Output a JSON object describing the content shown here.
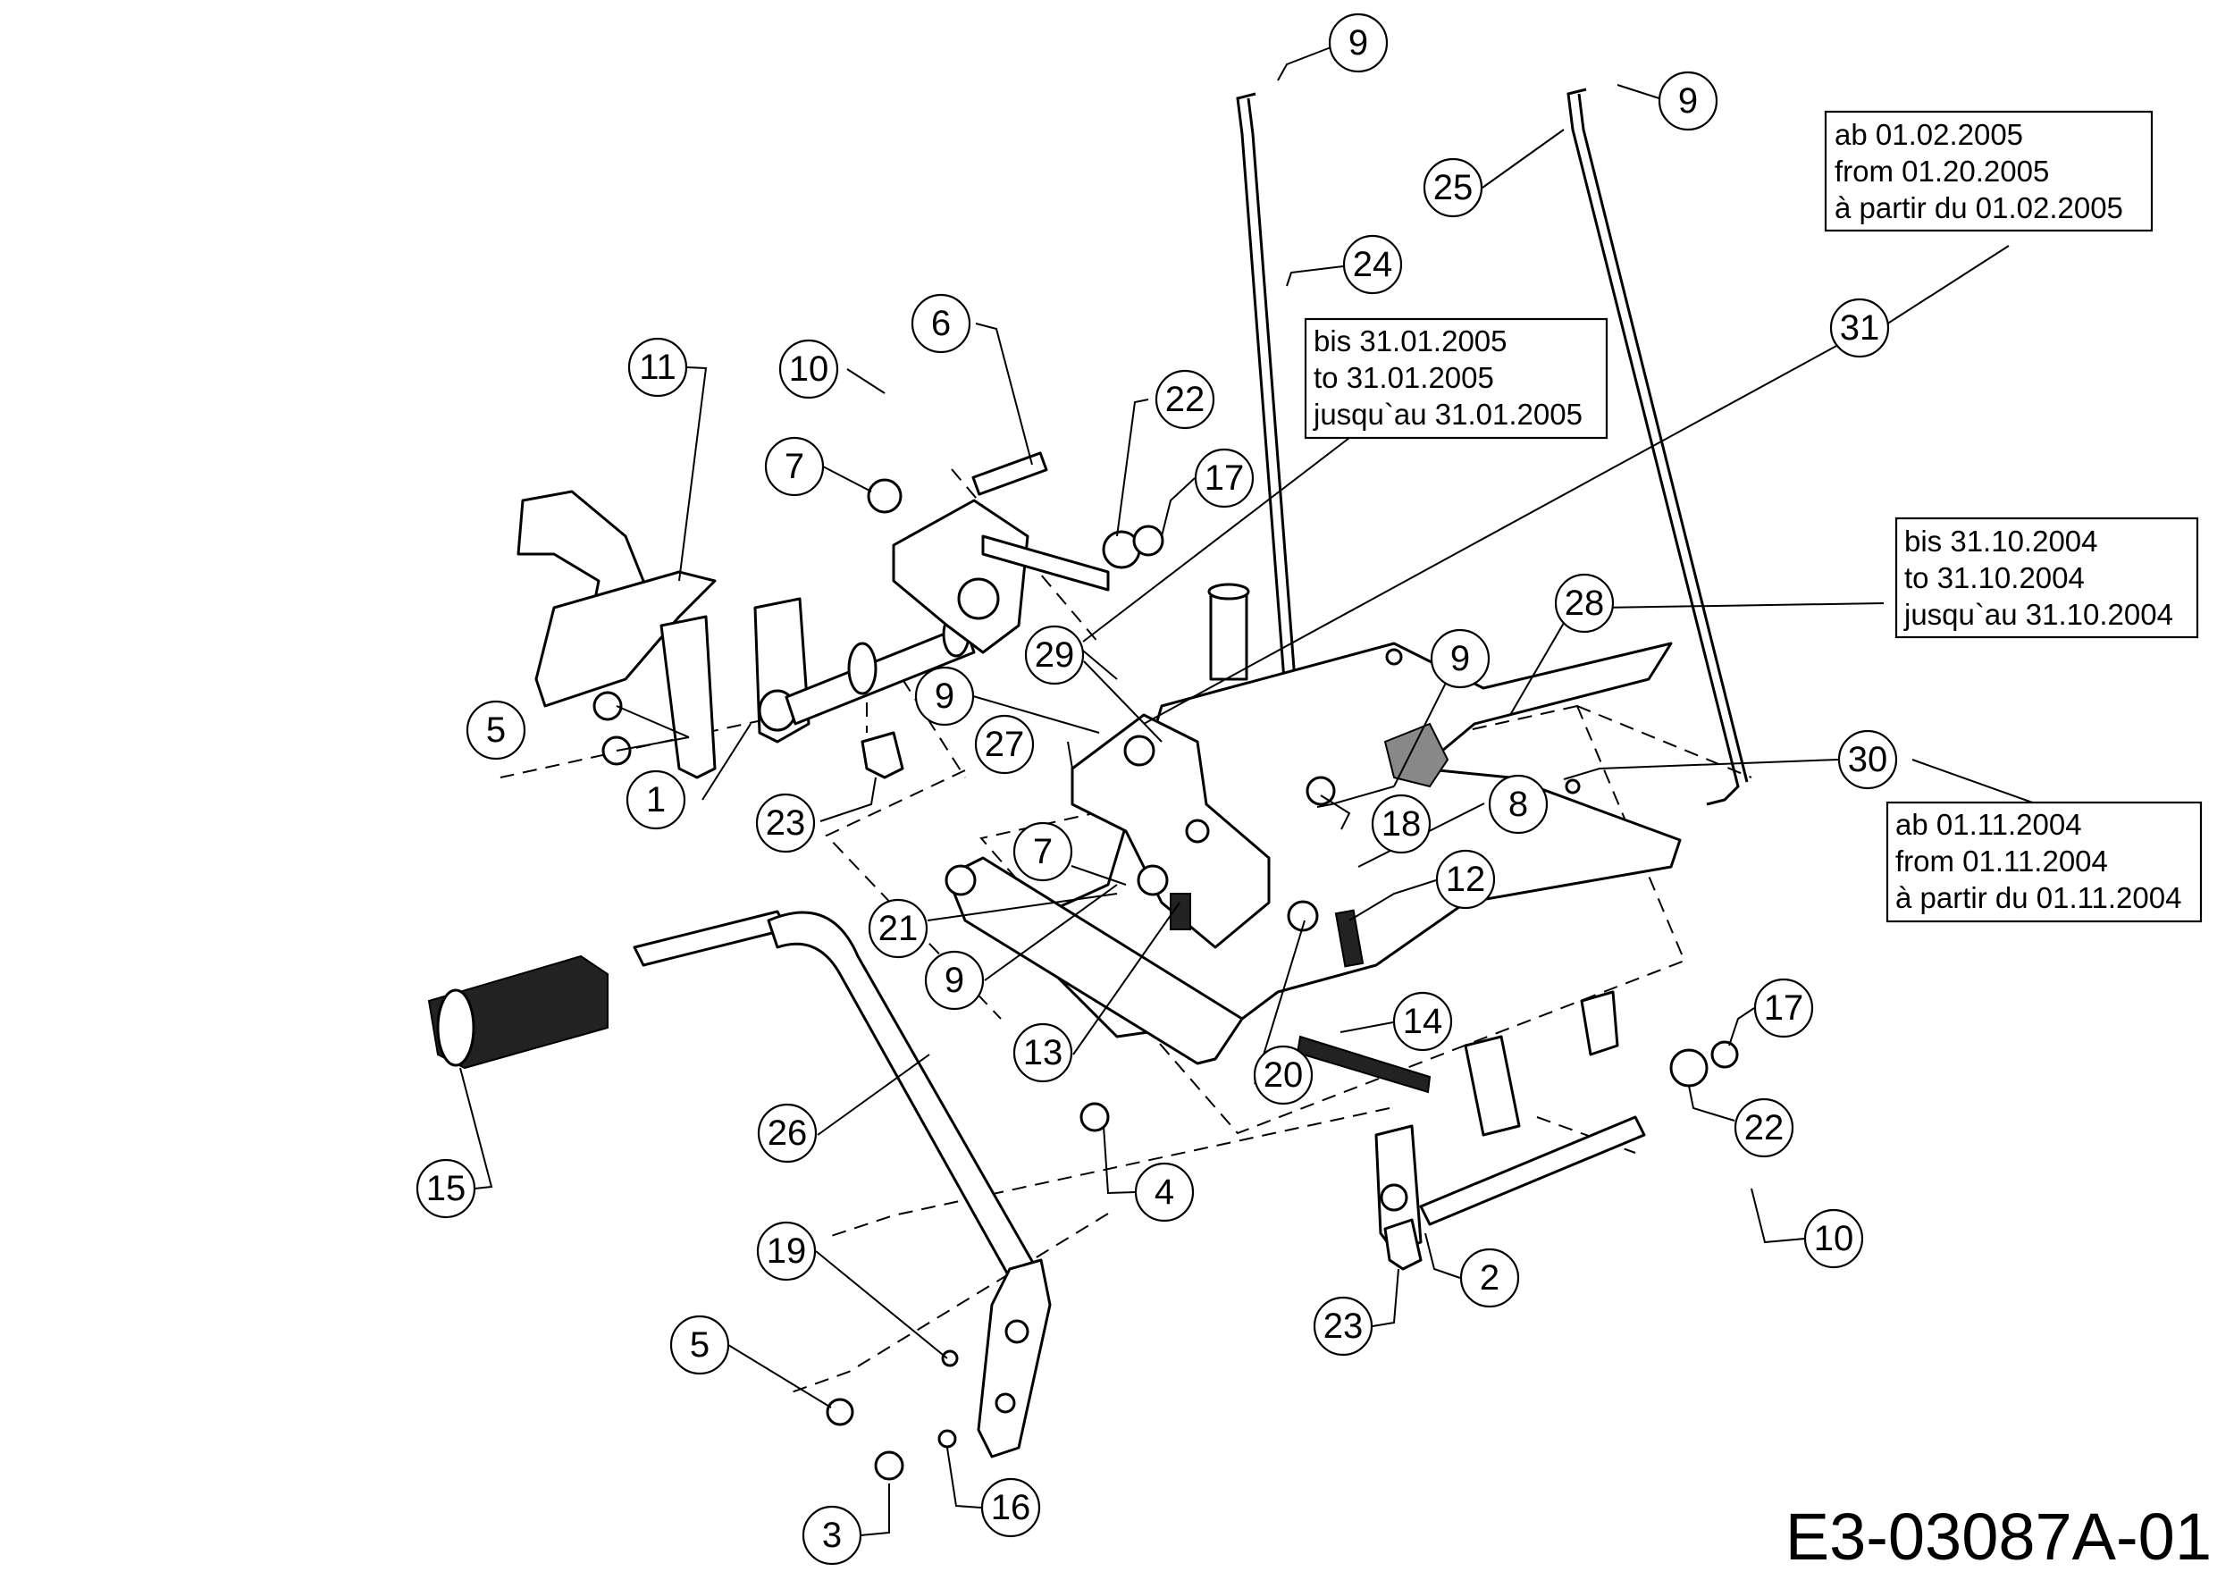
{
  "drawing_code": "E3-03087A-01",
  "notes": [
    {
      "id": "note-31",
      "lines": [
        "ab 01.02.2005",
        "from 01.20.2005",
        "à partir du 01.02.2005"
      ]
    },
    {
      "id": "note-29",
      "lines": [
        "bis 31.01.2005",
        "to 31.01.2005",
        "jusqu`au 31.01.2005"
      ]
    },
    {
      "id": "note-28",
      "lines": [
        "bis 31.10.2004",
        "to 31.10.2004",
        "jusqu`au 31.10.2004"
      ]
    },
    {
      "id": "note-30",
      "lines": [
        "ab 01.11.2004",
        "from 01.11.2004",
        "à partir du 01.11.2004"
      ]
    }
  ],
  "callouts": [
    "9",
    "9",
    "25",
    "24",
    "31",
    "11",
    "10",
    "6",
    "22",
    "17",
    "7",
    "29",
    "28",
    "9",
    "5",
    "9",
    "27",
    "30",
    "1",
    "23",
    "18",
    "8",
    "7",
    "12",
    "21",
    "9",
    "14",
    "17",
    "13",
    "20",
    "15",
    "26",
    "4",
    "22",
    "10",
    "2",
    "19",
    "23",
    "5",
    "16",
    "3"
  ]
}
